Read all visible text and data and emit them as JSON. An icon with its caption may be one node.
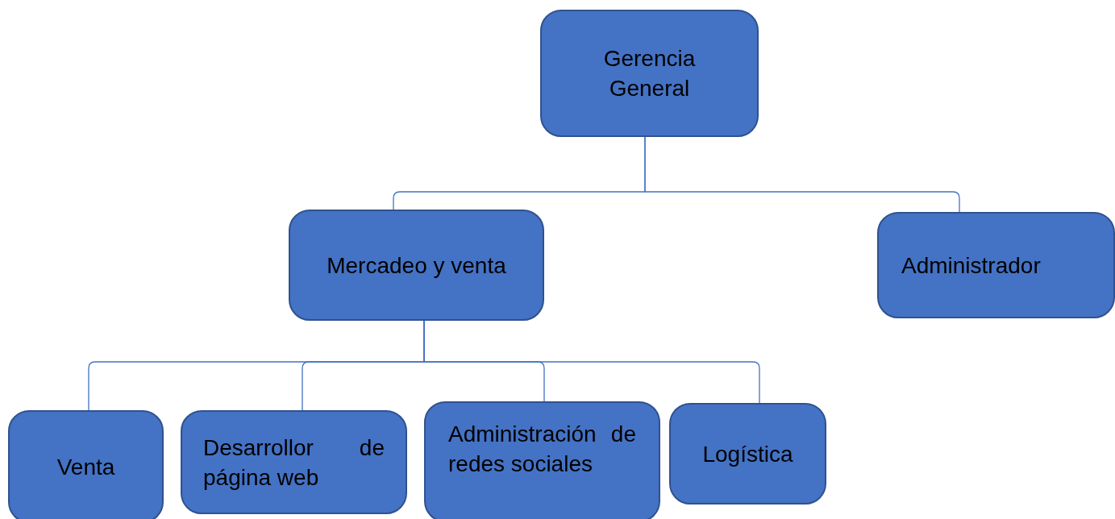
{
  "diagram": {
    "nodes": [
      {
        "text": [
          "Gerencia General"
        ]
      },
      {
        "text": [
          "Mercadeo y venta"
        ]
      },
      {
        "text": [
          "Administrador"
        ]
      },
      {
        "text": [
          "Venta"
        ]
      },
      {
        "text": [
          "Desarrollor de página web"
        ]
      },
      {
        "text": [
          "Administración de redes sociales"
        ]
      },
      {
        "text": [
          "Logística"
        ]
      }
    ],
    "edges": [
      {
        "from": 0,
        "to": 1,
        "arrow": "none"
      },
      {
        "from": 0,
        "to": 2,
        "arrow": "none"
      },
      {
        "from": 1,
        "to": 3,
        "arrow": "none"
      },
      {
        "from": 1,
        "to": 4,
        "arrow": "none"
      },
      {
        "from": 1,
        "to": 5,
        "arrow": "none"
      },
      {
        "from": 1,
        "to": 6,
        "arrow": "none"
      }
    ]
  }
}
